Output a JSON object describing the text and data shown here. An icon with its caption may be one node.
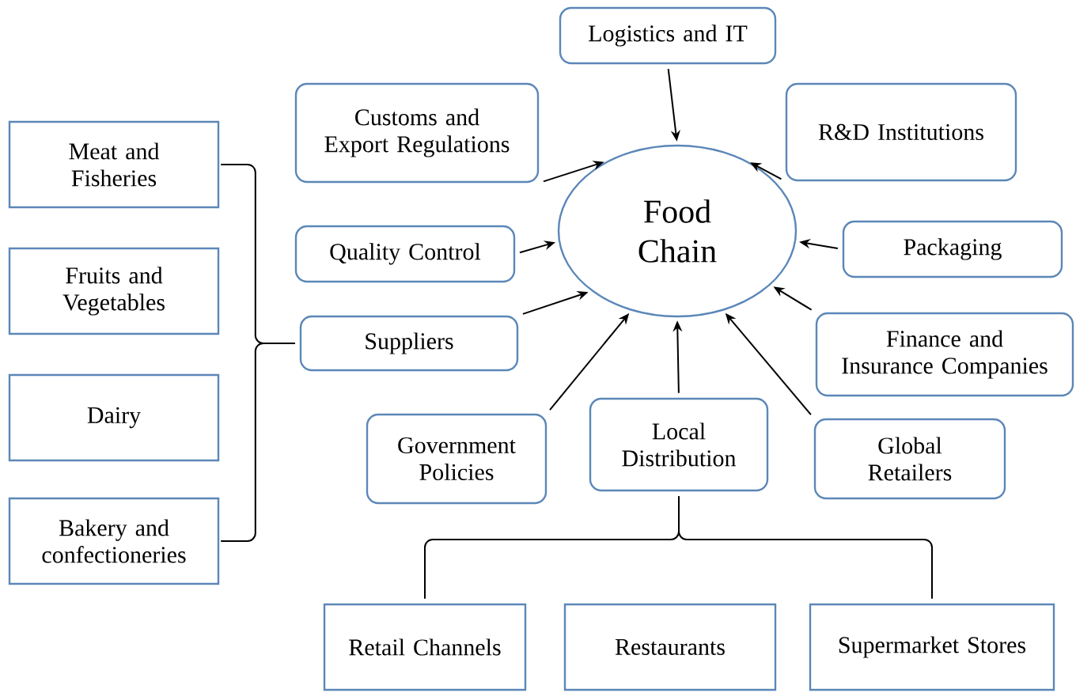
{
  "diagram": {
    "nodes": [
      {
        "text": [
          "Food Chain"
        ]
      },
      {
        "text": [
          "Logistics and IT"
        ]
      },
      {
        "text": [
          "Customs and Export Regulations"
        ]
      },
      {
        "text": [
          "R&D Institutions"
        ]
      },
      {
        "text": [
          "Quality Control"
        ]
      },
      {
        "text": [
          "Packaging"
        ]
      },
      {
        "text": [
          "Suppliers"
        ]
      },
      {
        "text": [
          "Finance and Insurance Companies"
        ]
      },
      {
        "text": [
          "Government Policies"
        ]
      },
      {
        "text": [
          "Local Distribution"
        ]
      },
      {
        "text": [
          "Global Retailers"
        ]
      },
      {
        "text": [
          "Meat and Fisheries"
        ]
      },
      {
        "text": [
          "Fruits and Vegetables"
        ]
      },
      {
        "text": [
          "Dairy"
        ]
      },
      {
        "text": [
          "Bakery and confectioneries"
        ]
      },
      {
        "text": [
          "Retail Channels"
        ]
      },
      {
        "text": [
          "Restaurants"
        ]
      },
      {
        "text": [
          "Supermarket Stores"
        ]
      }
    ],
    "edges": [
      {
        "from": 1,
        "to": 0,
        "arrow": "to"
      },
      {
        "from": 2,
        "to": 0,
        "arrow": "to"
      },
      {
        "from": 3,
        "to": 0,
        "arrow": "to"
      },
      {
        "from": 4,
        "to": 0,
        "arrow": "to"
      },
      {
        "from": 5,
        "to": 0,
        "arrow": "to"
      },
      {
        "from": 6,
        "to": 0,
        "arrow": "to"
      },
      {
        "from": 7,
        "to": 0,
        "arrow": "to"
      },
      {
        "from": 8,
        "to": 0,
        "arrow": "to"
      },
      {
        "from": 9,
        "to": 0,
        "arrow": "to"
      },
      {
        "from": 10,
        "to": 0,
        "arrow": "to"
      },
      {
        "from": 11,
        "to": 6,
        "arrow": "none"
      },
      {
        "from": 14,
        "to": 6,
        "arrow": "none"
      },
      {
        "from": 9,
        "to": 15,
        "arrow": "none"
      },
      {
        "from": 9,
        "to": 17,
        "arrow": "none"
      }
    ]
  }
}
